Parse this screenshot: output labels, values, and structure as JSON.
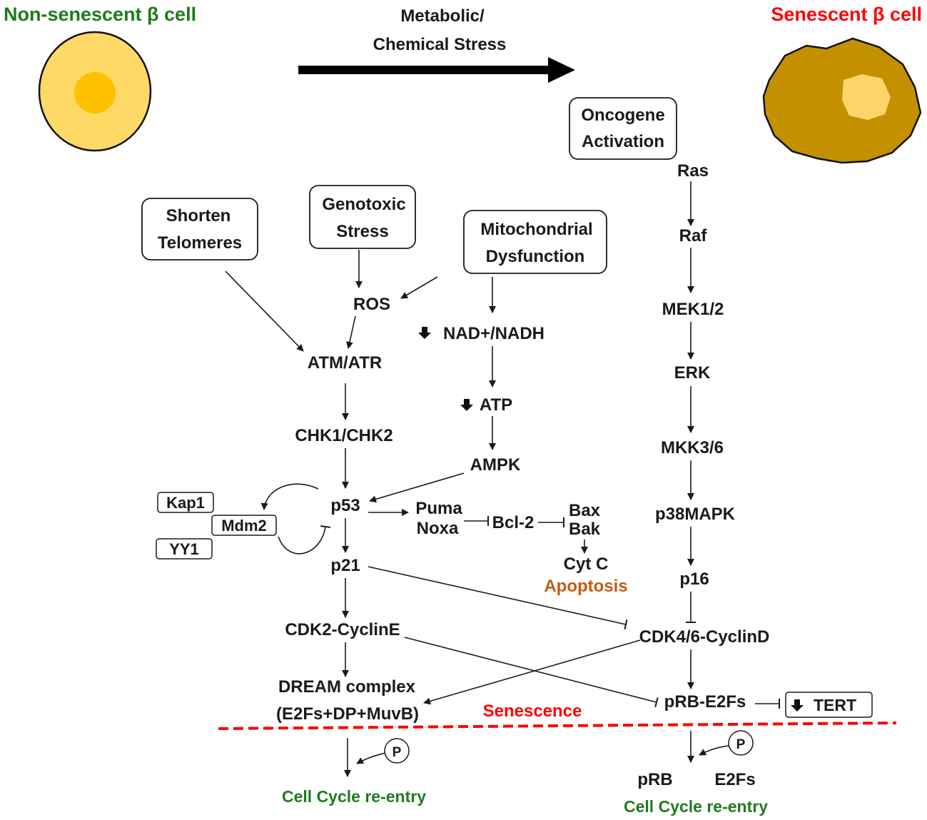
{
  "header": {
    "left_cell_label": "Non-senescent β cell",
    "right_cell_label": "Senescent β cell",
    "stress_line1": "Metabolic/",
    "stress_line2": "Chemical Stress"
  },
  "boxes": {
    "oncogene_1": "Oncogene",
    "oncogene_2": "Activation",
    "telomeres_1": "Shorten",
    "telomeres_2": "Telomeres",
    "genotoxic_1": "Genotoxic",
    "genotoxic_2": "Stress",
    "mito_1": "Mitochondrial",
    "mito_2": "Dysfunction",
    "kap1": "Kap1",
    "mdm2": "Mdm2",
    "yy1": "YY1",
    "tert": "TERT"
  },
  "nodes": {
    "ros": "ROS",
    "atm": "ATM/ATR",
    "chk": "CHK1/CHK2",
    "p53": "p53",
    "p21": "p21",
    "cdk2": "CDK2-CyclinE",
    "dream1": "DREAM complex",
    "dream2": "(E2Fs+DP+MuvB)",
    "nad": "NAD+/NADH",
    "atp": "ATP",
    "ampk": "AMPK",
    "puma": "Puma",
    "noxa": "Noxa",
    "bcl2": "Bcl-2",
    "bax": "Bax",
    "bak": "Bak",
    "cytc": "Cyt C",
    "apoptosis": "Apoptosis",
    "ras": "Ras",
    "raf": "Raf",
    "mek": "MEK1/2",
    "erk": "ERK",
    "mkk": "MKK3/6",
    "p38": "p38MAPK",
    "p16": "p16",
    "cdk46": "CDK4/6-CyclinD",
    "prbe2f": "pRB-E2Fs",
    "senescence": "Senescence",
    "p_left": "P",
    "p_right": "P",
    "prb": "pRB",
    "e2fs": "E2Fs",
    "reentry_left": "Cell Cycle re-entry",
    "reentry_right": "Cell Cycle re-entry"
  },
  "colors": {
    "green": "#1e7b1e",
    "red": "#ff0000",
    "orange": "#c55a11",
    "cell_light": "#ffd966",
    "cell_core": "#ffc000",
    "cell_dark": "#c49000",
    "cell_dark_core": "#ffd56b",
    "ink": "#1a1a1a"
  }
}
